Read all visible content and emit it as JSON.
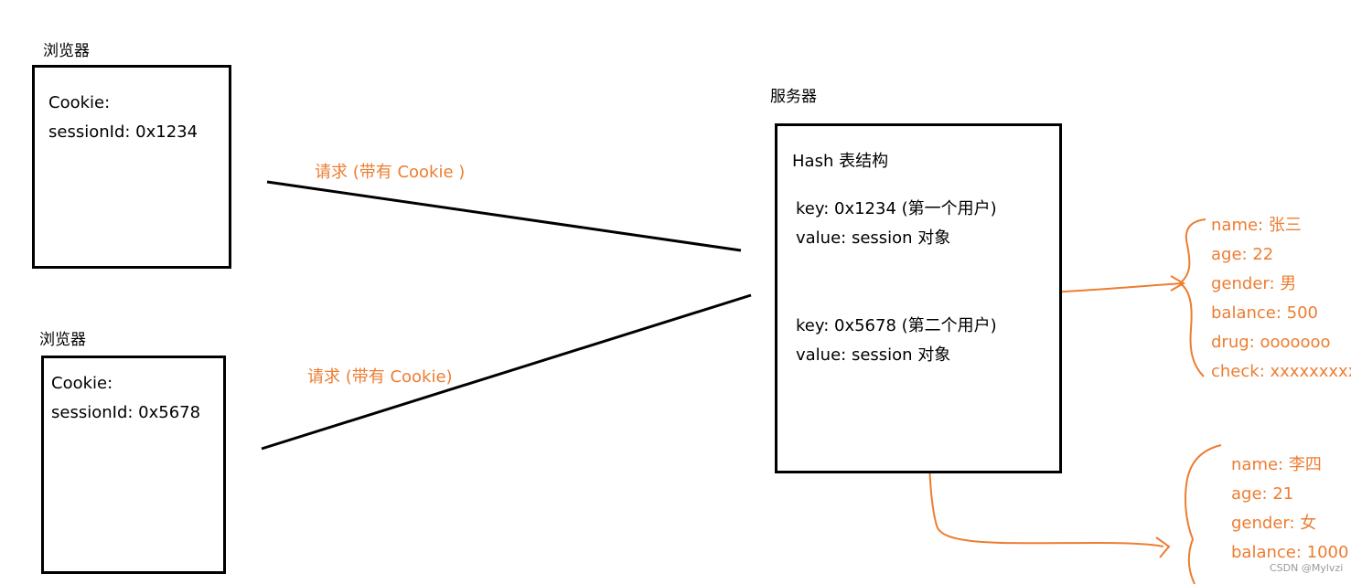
{
  "browser1": {
    "title": "浏览器",
    "cookie_label": "Cookie:",
    "session_line": "sessionId: 0x1234"
  },
  "browser2": {
    "title": "浏览器",
    "cookie_label": "Cookie:",
    "session_line": "sessionId: 0x5678"
  },
  "request1_label": "请求 (带有 Cookie )",
  "request2_label": "请求 (带有 Cookie)",
  "server": {
    "title": "服务器",
    "hash_title": "Hash 表结构",
    "entry1": {
      "key": "key: 0x1234 (第一个用户)",
      "value": "value: session 对象"
    },
    "entry2": {
      "key": "key: 0x5678 (第二个用户)",
      "value": "value: session 对象"
    }
  },
  "session1": {
    "attributes": [
      "name: 张三",
      "age: 22",
      "gender: 男",
      "balance: 500",
      "drug: ooooooo",
      "check: xxxxxxxxx"
    ]
  },
  "session2": {
    "attributes": [
      "name: 李四",
      "age: 21",
      "gender: 女",
      "balance: 1000"
    ]
  },
  "watermark": "CSDN @Mylvzi",
  "colors": {
    "annotation": "#ED7D31",
    "stroke": "#000000"
  }
}
